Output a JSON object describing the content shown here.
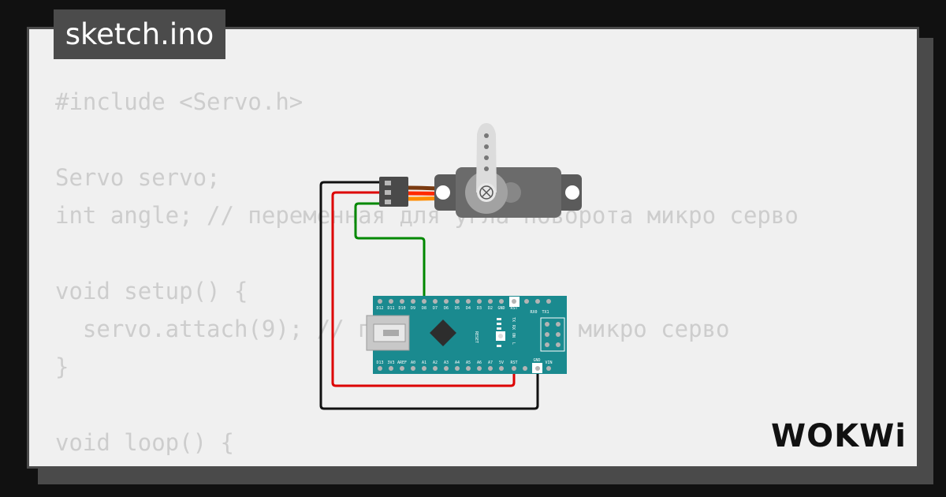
{
  "file_tab": {
    "label": "sketch.ino"
  },
  "code_lines": [
    "#include <Servo.h>",
    "",
    "Servo servo;",
    "int angle; // переменная для угла поворота микро серво",
    "",
    "void setup() {",
    "  servo.attach(9); // пин подключения микро серво",
    "}",
    "",
    "void loop() {"
  ],
  "board": {
    "pins_top": [
      "D12",
      "D11",
      "D10",
      "D9",
      "D8",
      "D7",
      "D6",
      "D5",
      "D4",
      "D3",
      "D2",
      "GND",
      "RST",
      "RX0",
      "TX1"
    ],
    "pins_bottom": [
      "D13",
      "3V3",
      "AREF",
      "A0",
      "A1",
      "A2",
      "A3",
      "A4",
      "A5",
      "A6",
      "A7",
      "5V",
      "RST",
      "GND",
      "VIN"
    ],
    "leds": [
      "TX",
      "RX",
      "ON",
      "L"
    ],
    "reset_label": "RESET"
  },
  "wire_colors": {
    "signal": "#008800",
    "power": "#dd0000",
    "ground": "#111111"
  },
  "brand": {
    "logo_text": "WOKWi",
    "logo_icon": "wokwi-logo"
  }
}
